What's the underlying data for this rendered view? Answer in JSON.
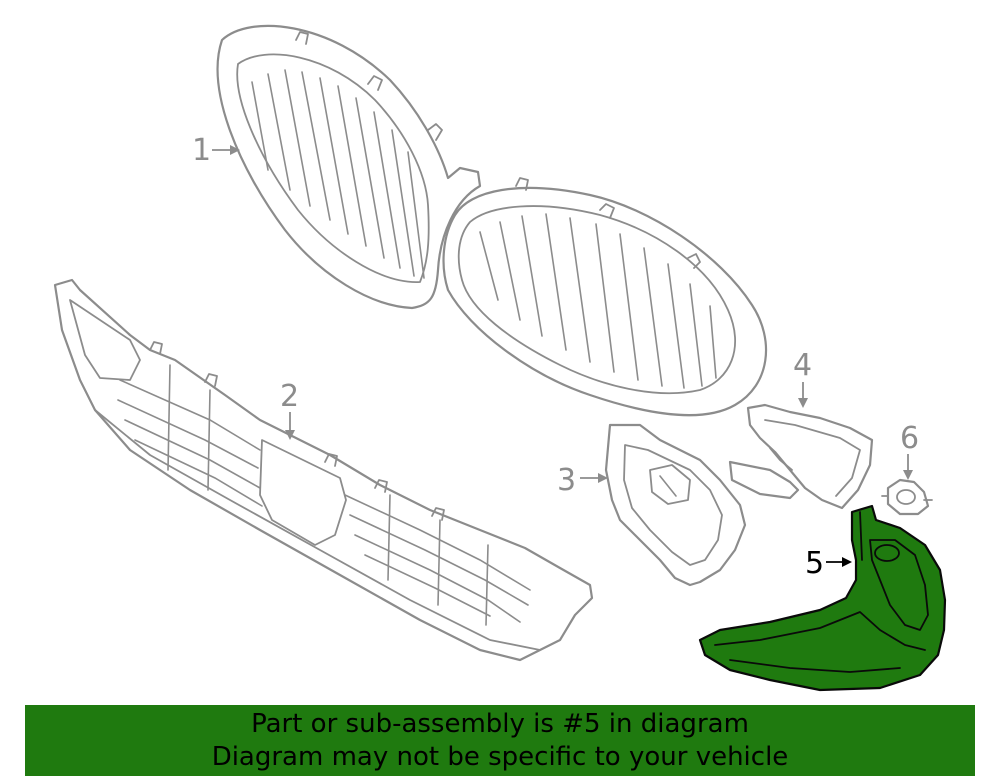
{
  "callouts": [
    {
      "number": "1",
      "highlighted": false
    },
    {
      "number": "2",
      "highlighted": false
    },
    {
      "number": "3",
      "highlighted": false
    },
    {
      "number": "4",
      "highlighted": false
    },
    {
      "number": "5",
      "highlighted": true
    },
    {
      "number": "6",
      "highlighted": false
    }
  ],
  "banner": {
    "line1": "Part or sub-assembly is #5 in diagram",
    "line2": "Diagram may not be specific to your vehicle"
  },
  "colors": {
    "highlight_part": "#1f7a0f",
    "banner_background": "#1f7a0f",
    "line_art": "#8c8c8c",
    "active_callout": "#000000"
  }
}
